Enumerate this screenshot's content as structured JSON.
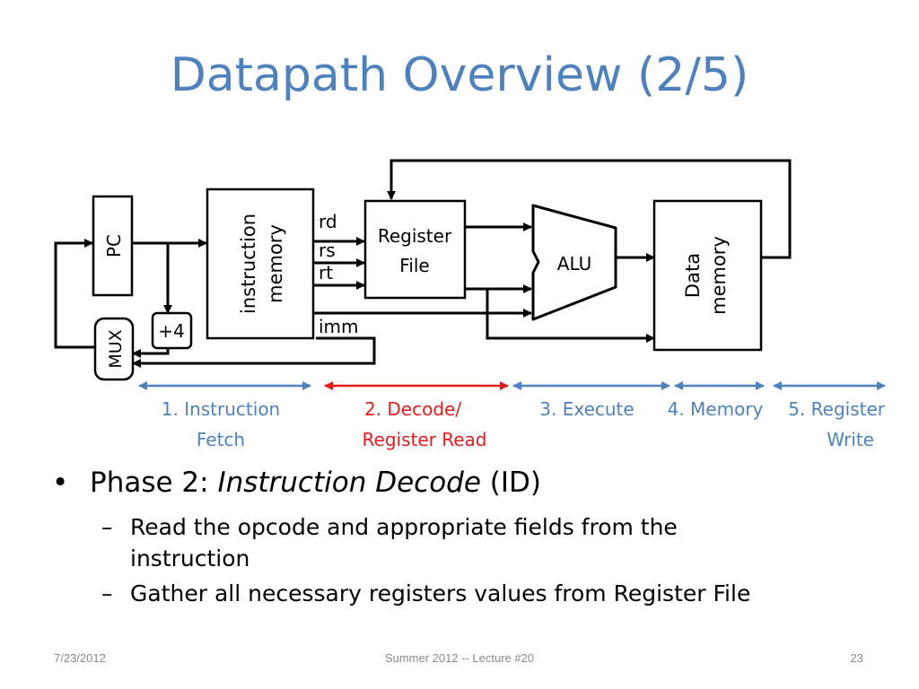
{
  "title": "Datapath Overview (2/5)",
  "diagram": {
    "pc": "PC",
    "mux": "MUX",
    "plus4": "+4",
    "instr_mem": [
      "instruction",
      "memory"
    ],
    "fields": {
      "rd": "rd",
      "rs": "rs",
      "rt": "rt",
      "imm": "imm"
    },
    "regfile": [
      "Register",
      "File"
    ],
    "alu": "ALU",
    "data_mem": [
      "Data",
      "memory"
    ],
    "stages": [
      {
        "lines": [
          "1. Instruction",
          "Fetch"
        ],
        "color": "#4f81bd"
      },
      {
        "lines": [
          "2. Decode/",
          "Register Read"
        ],
        "color": "#e41c1c"
      },
      {
        "lines": [
          "3. Execute"
        ],
        "color": "#4f81bd"
      },
      {
        "lines": [
          "4. Memory"
        ],
        "color": "#4f81bd"
      },
      {
        "lines": [
          "5. Register",
          "Write"
        ],
        "color": "#4f81bd"
      }
    ]
  },
  "bullets": {
    "phase_prefix": "Phase 2: ",
    "phase_italic": "Instruction Decode",
    "phase_suffix": " (ID)",
    "sub": [
      "Read the opcode and appropriate fields from the instruction",
      "Gather all necessary registers values from Register File"
    ]
  },
  "footer": {
    "date": "7/23/2012",
    "center": "Summer 2012 -- Lecture #20",
    "page": "23"
  },
  "colors": {
    "accent": "#4f81bd",
    "active": "#e41c1c"
  }
}
